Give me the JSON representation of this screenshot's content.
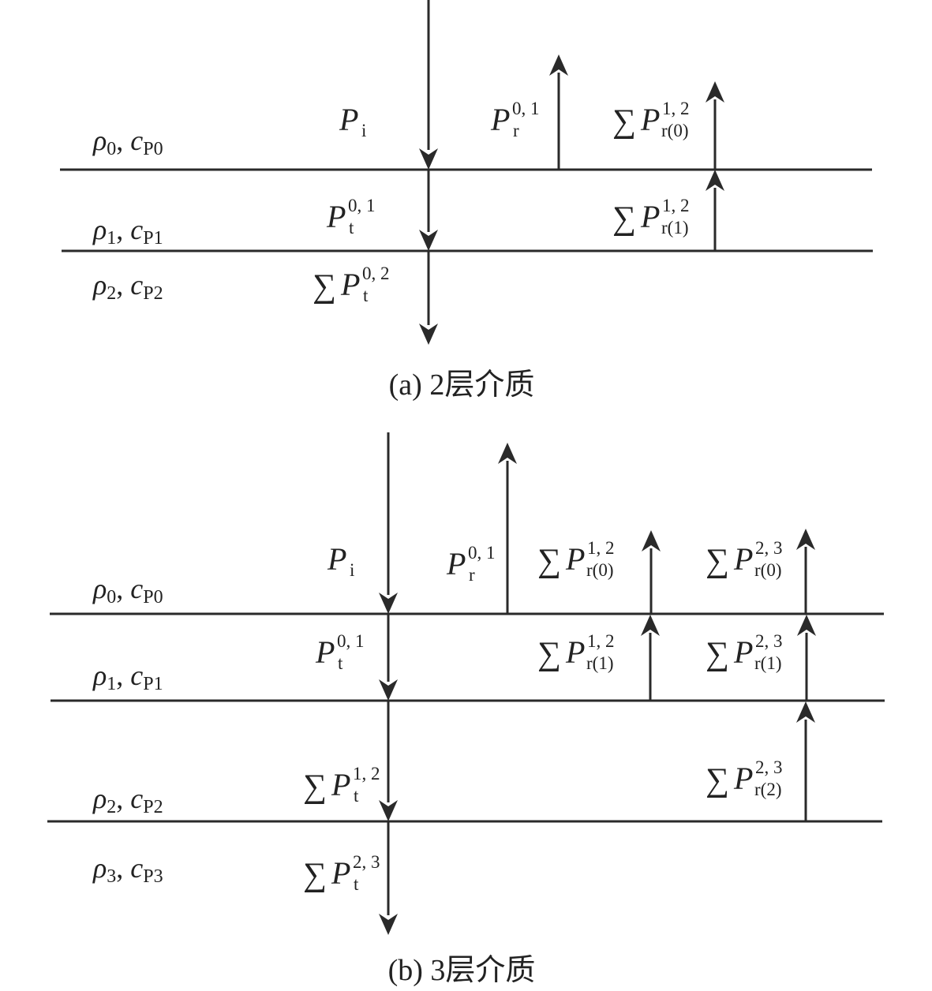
{
  "colors": {
    "line": "#2a2a2a",
    "text": "#222222",
    "background": "#ffffff"
  },
  "panels": [
    {
      "id": "a",
      "caption": "(a) 2层介质",
      "media": [
        {
          "greek": "ρ",
          "rho_sub": "0",
          "c": "c",
          "c_sub": "P0"
        },
        {
          "greek": "ρ",
          "rho_sub": "1",
          "c": "c",
          "c_sub": "P1"
        },
        {
          "greek": "ρ",
          "rho_sub": "2",
          "c": "c",
          "c_sub": "P2"
        }
      ],
      "labels": [
        {
          "name": "incident-label",
          "sum": "",
          "base": "P",
          "sub": "i",
          "sup": ""
        },
        {
          "name": "reflected-0-1-label",
          "sum": "",
          "base": "P",
          "sub": "r",
          "sup": "0, 1"
        },
        {
          "name": "sum-reflected-1-2-layer0-label",
          "sum": "∑",
          "base": "P",
          "sub": "r(0)",
          "sup": "1, 2"
        },
        {
          "name": "transmitted-0-1-label",
          "sum": "",
          "base": "P",
          "sub": "t",
          "sup": "0, 1"
        },
        {
          "name": "sum-reflected-1-2-layer1-label",
          "sum": "∑",
          "base": "P",
          "sub": "r(1)",
          "sup": "1, 2"
        },
        {
          "name": "sum-transmitted-0-2-label",
          "sum": "∑",
          "base": "P",
          "sub": "t",
          "sup": "0, 2"
        }
      ]
    },
    {
      "id": "b",
      "caption": "(b) 3层介质",
      "media": [
        {
          "greek": "ρ",
          "rho_sub": "0",
          "c": "c",
          "c_sub": "P0"
        },
        {
          "greek": "ρ",
          "rho_sub": "1",
          "c": "c",
          "c_sub": "P1"
        },
        {
          "greek": "ρ",
          "rho_sub": "2",
          "c": "c",
          "c_sub": "P2"
        },
        {
          "greek": "ρ",
          "rho_sub": "3",
          "c": "c",
          "c_sub": "P3"
        }
      ],
      "labels": [
        {
          "name": "incident-label",
          "sum": "",
          "base": "P",
          "sub": "i",
          "sup": ""
        },
        {
          "name": "reflected-0-1-label",
          "sum": "",
          "base": "P",
          "sub": "r",
          "sup": "0, 1"
        },
        {
          "name": "sum-reflected-1-2-layer0-label",
          "sum": "∑",
          "base": "P",
          "sub": "r(0)",
          "sup": "1, 2"
        },
        {
          "name": "sum-reflected-2-3-layer0-label",
          "sum": "∑",
          "base": "P",
          "sub": "r(0)",
          "sup": "2, 3"
        },
        {
          "name": "transmitted-0-1-label",
          "sum": "",
          "base": "P",
          "sub": "t",
          "sup": "0, 1"
        },
        {
          "name": "sum-reflected-1-2-layer1-label",
          "sum": "∑",
          "base": "P",
          "sub": "r(1)",
          "sup": "1, 2"
        },
        {
          "name": "sum-reflected-2-3-layer1-label",
          "sum": "∑",
          "base": "P",
          "sub": "r(1)",
          "sup": "2, 3"
        },
        {
          "name": "sum-transmitted-1-2-label",
          "sum": "∑",
          "base": "P",
          "sub": "t",
          "sup": "1, 2"
        },
        {
          "name": "sum-reflected-2-3-layer2-label",
          "sum": "∑",
          "base": "P",
          "sub": "r(2)",
          "sup": "2, 3"
        },
        {
          "name": "sum-transmitted-2-3-label",
          "sum": "∑",
          "base": "P",
          "sub": "t",
          "sup": "2, 3"
        }
      ]
    }
  ]
}
